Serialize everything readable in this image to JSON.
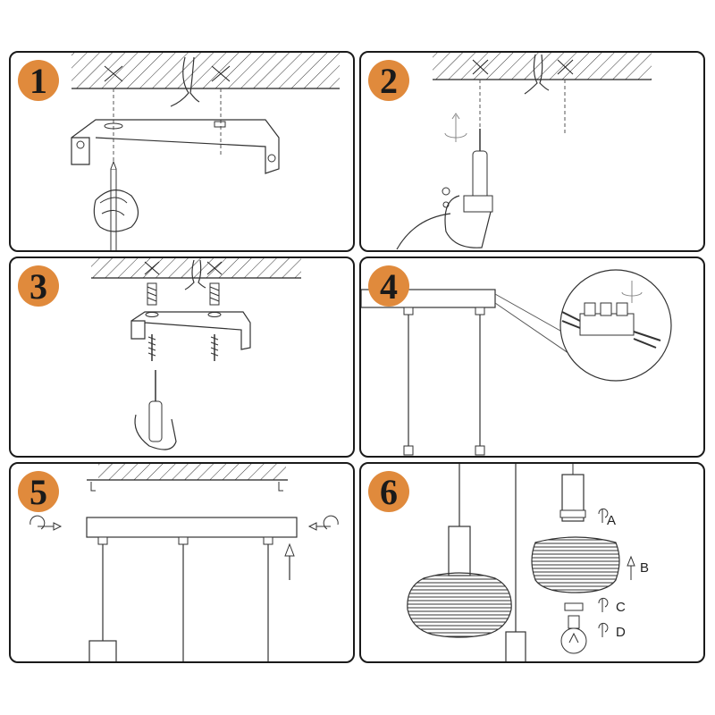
{
  "accent_color": "#e08a3c",
  "steps": [
    {
      "number": "1"
    },
    {
      "number": "2"
    },
    {
      "number": "3"
    },
    {
      "number": "4"
    },
    {
      "number": "5"
    },
    {
      "number": "6"
    }
  ],
  "part_labels": {
    "a": "A",
    "b": "B",
    "c": "C",
    "d": "D"
  },
  "icons": [
    "pencil-icon",
    "drill-icon",
    "screwdriver-icon",
    "rotate-icon",
    "arrow-icon",
    "screw-icon",
    "bulb-icon"
  ]
}
